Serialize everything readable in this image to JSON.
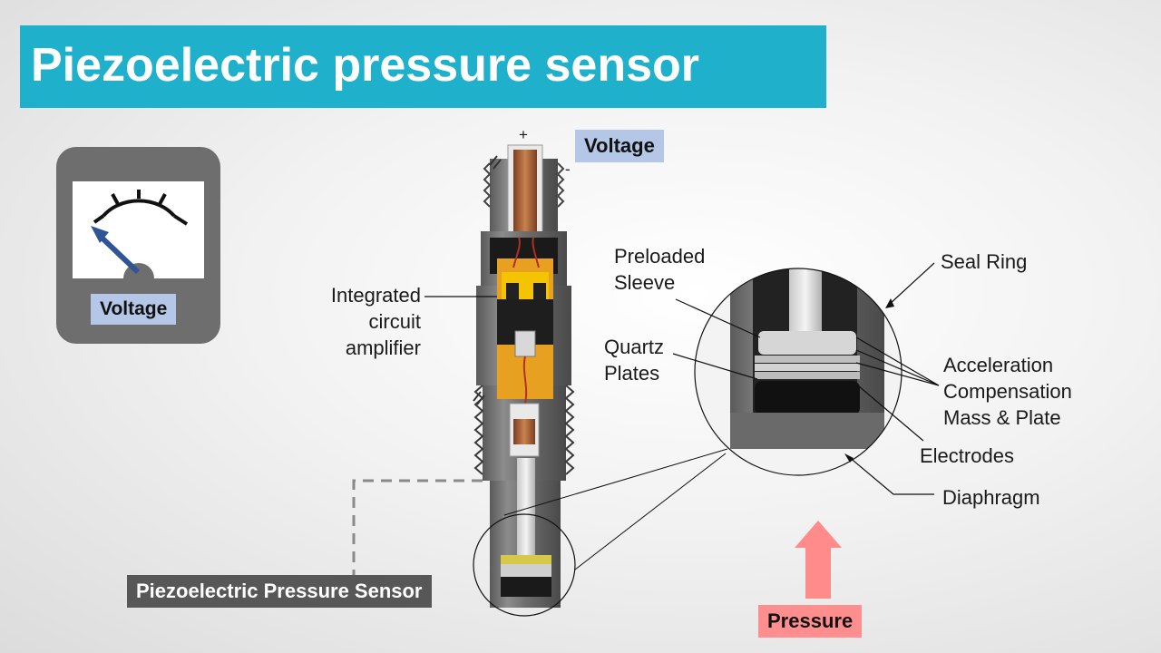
{
  "title": "Piezoelectric pressure sensor",
  "meter": {
    "label": "Voltage"
  },
  "terminals": {
    "plus": "+",
    "minus": "-"
  },
  "labels": {
    "voltage": "Voltage",
    "amplifier": [
      "Integrated",
      "circuit",
      "amplifier"
    ],
    "preloaded_sleeve": [
      "Preloaded",
      "Sleeve"
    ],
    "quartz_plates": [
      "Quartz",
      "Plates"
    ],
    "seal_ring": "Seal Ring",
    "acceleration": [
      "Acceleration",
      "Compensation",
      "Mass & Plate"
    ],
    "electrodes": "Electrodes",
    "diaphragm": "Diaphragm",
    "sensor": "Piezoelectric Pressure Sensor",
    "pressure": "Pressure"
  },
  "colors": {
    "title_bg": "#1fb0cb",
    "voltage_box": "#b4c7e7",
    "pressure_box": "#ff8e8e",
    "pressure_arrow": "#ff8b8b",
    "sensor_box": "#575757",
    "meter_body": "#6e6e6e",
    "needle": "#2f5597"
  }
}
